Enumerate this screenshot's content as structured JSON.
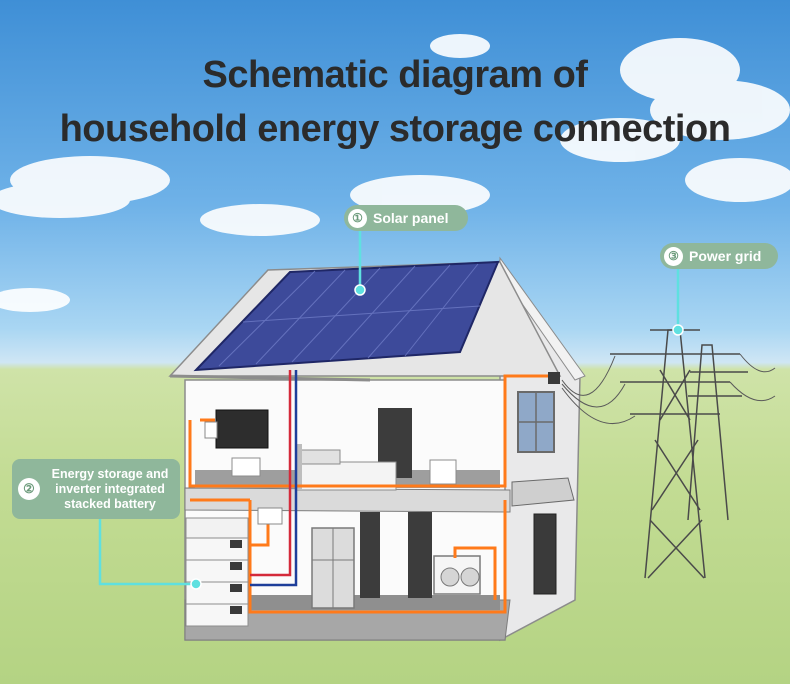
{
  "title": {
    "line1": "Schematic diagram of",
    "line2": "household energy storage connection"
  },
  "labels": {
    "solar": {
      "number": "①",
      "text": "Solar panel"
    },
    "battery": {
      "number": "②",
      "text": "Energy storage and\ninverter integrated\nstacked battery"
    },
    "grid": {
      "number": "③",
      "text": "Power grid"
    }
  },
  "colors": {
    "label_bg": "#8fb79b",
    "connector": "#5fe0e0",
    "wiring": "#ff7a1a",
    "dc_positive": "#d42a3a",
    "dc_negative": "#1e3e9a"
  },
  "icons": [
    "solar-panel-icon",
    "house-icon",
    "battery-stack-icon",
    "power-tower-icon",
    "refrigerator-icon",
    "washing-machine-icon",
    "bed-icon",
    "television-icon"
  ]
}
